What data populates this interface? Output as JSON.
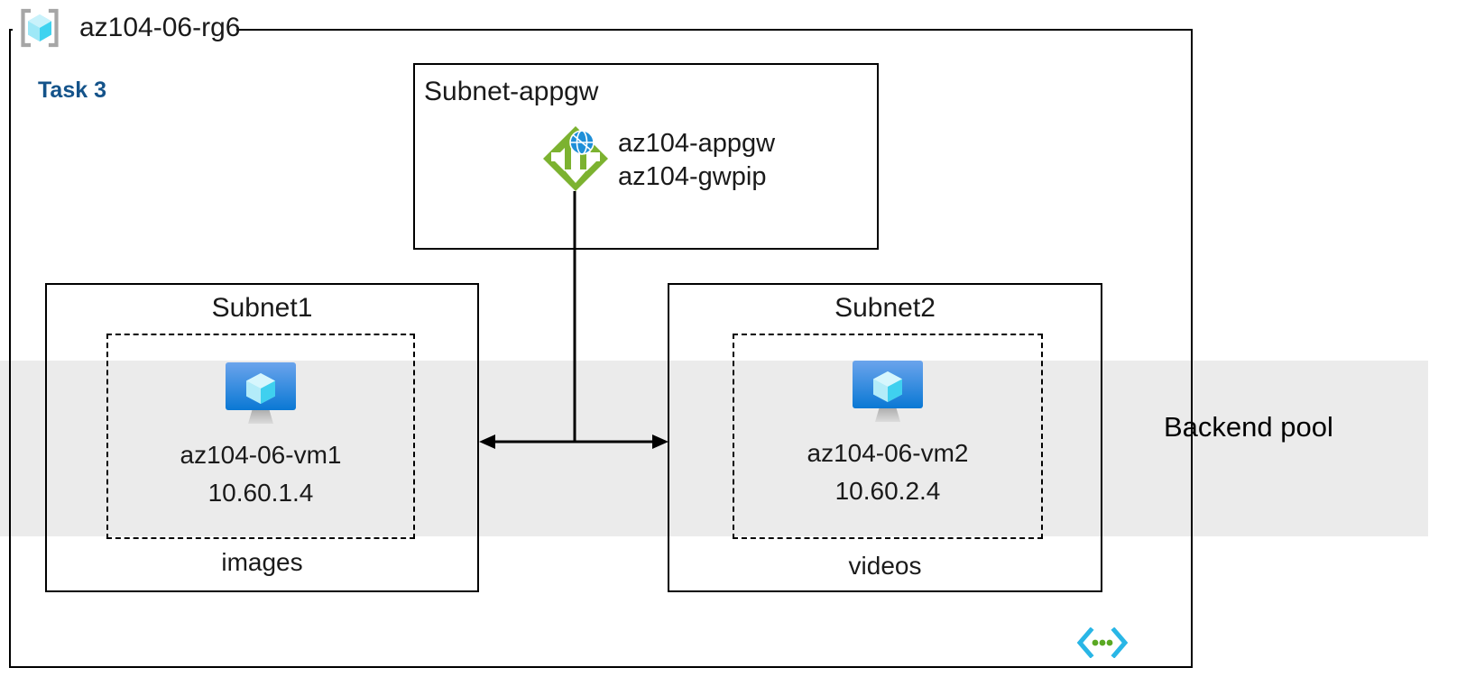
{
  "diagram": {
    "title": "az104-06-rg6",
    "task_label": "Task 3",
    "resource_group_icon": "resource-group-cube-icon",
    "code_icon": "code-brackets-icon",
    "colors": {
      "task_blue": "#14538a",
      "band_gray": "#ebebeb",
      "gateway_green": "#7cb230",
      "vm_blue": "#0a7ad8",
      "cube_cyan": "#9fe8f7",
      "code_cyan": "#29b6e6",
      "code_green": "#5aa822",
      "line_black": "#000000"
    }
  },
  "backend_pool": {
    "label": "Backend pool"
  },
  "appgw_subnet": {
    "title": "Subnet-appgw",
    "gateway_icon": "application-gateway-icon",
    "gateway_name": "az104-appgw",
    "public_ip_name": "az104-gwpip"
  },
  "subnets": [
    {
      "title": "Subnet1",
      "vm_icon": "virtual-machine-icon",
      "vm_name": "az104-06-vm1",
      "vm_ip": "10.60.1.4",
      "storage_label": "images"
    },
    {
      "title": "Subnet2",
      "vm_icon": "virtual-machine-icon",
      "vm_name": "az104-06-vm2",
      "vm_ip": "10.60.2.4",
      "storage_label": "videos"
    }
  ]
}
